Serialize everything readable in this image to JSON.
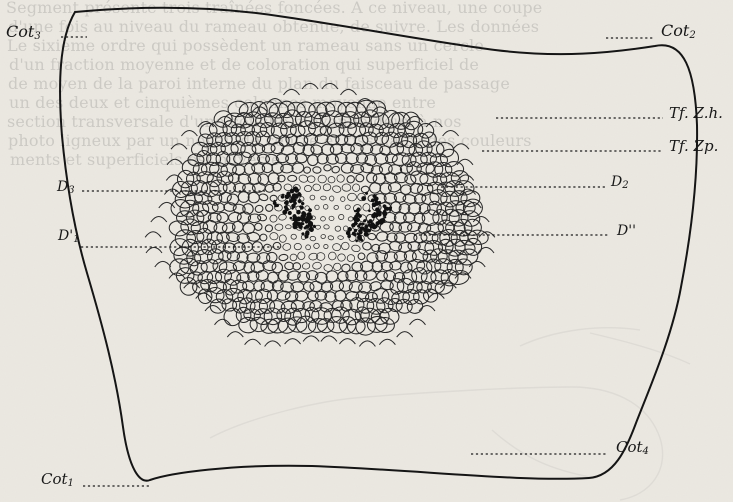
{
  "figure": {
    "labels": {
      "cot3_base": "Cot",
      "cot3_sub": "3",
      "cot2_base": "Cot",
      "cot2_sub": "2",
      "tfzh": "Tf. Z.h.",
      "tfzp": "Tf. Zp.",
      "d3_base": "D",
      "d3_sub": "3",
      "d2_base": "D",
      "d2_sub": "2",
      "d1p_base": "D'",
      "d1p_sub": "1",
      "d2pp": "D''",
      "cot4_base": "Cot",
      "cot4_sub": "4",
      "cot1_base": "Cot",
      "cot1_sub": "1"
    }
  },
  "bleed_text": {
    "lines": [
      "Segment présente trois traînées foncées. A ce niveau, une coupe",
      "d'une fois au niveau du rameau obtenue, de suivre. Les données",
      "Le sixième ordre qui possèdent un rameau sans un cercle",
      "d'un fraction moyenne et de coloration qui superficiel de",
      "de moyen de la paroi interne du plan du faisceau de passage",
      "un des deux et cinquièmes colonnes moyenne entre",
      "section transversale d'une couche moyenne deux à nos",
      "photo ligneux par un noyau de centre et tissulaire des couleurs",
      "ments et superficiels est ouverte."
    ]
  }
}
